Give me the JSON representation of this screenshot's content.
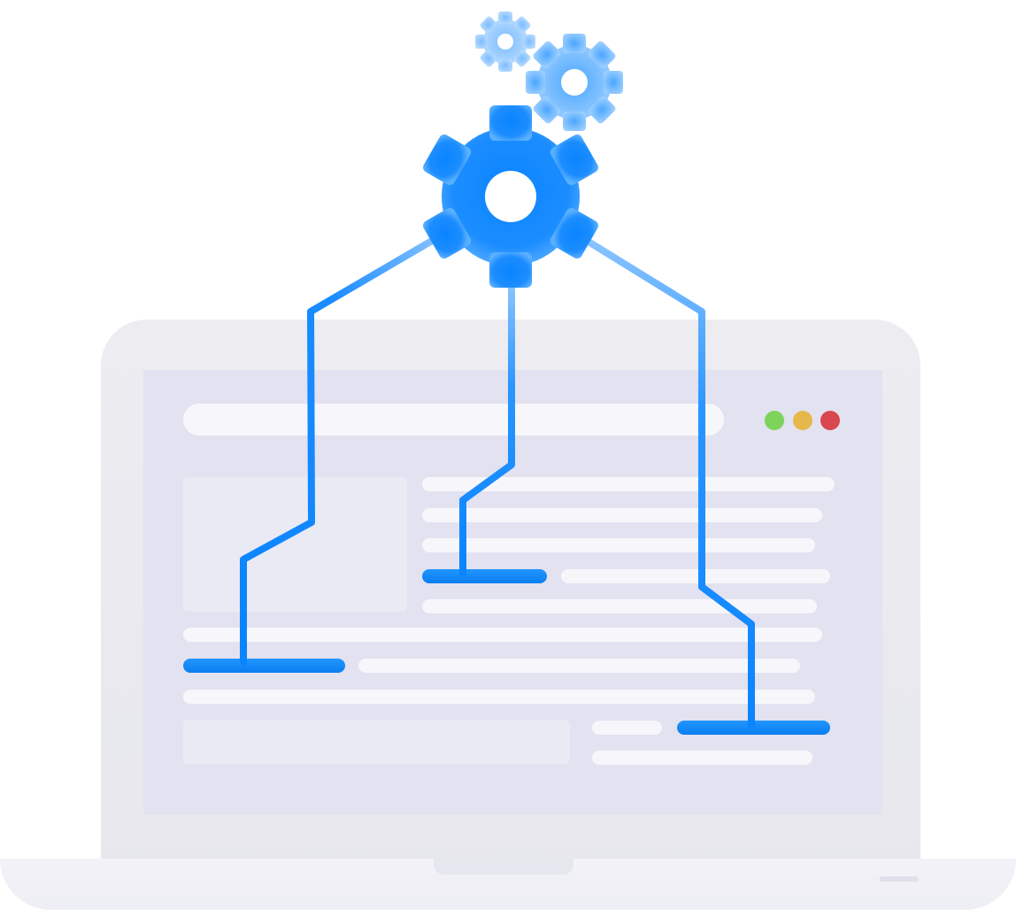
{
  "colors": {
    "accent": "#0a84ff",
    "accent_light": "#8ac4ff",
    "window_green": "#7ed35b",
    "window_yellow": "#e6b84b",
    "window_red": "#d9474f",
    "screen": "#e3e2f0",
    "bar": "#f7f7fb"
  },
  "icons": {
    "main": "gear-icon",
    "small_1": "gear-icon",
    "small_2": "gear-icon"
  },
  "window_controls": [
    "green",
    "yellow",
    "red"
  ]
}
